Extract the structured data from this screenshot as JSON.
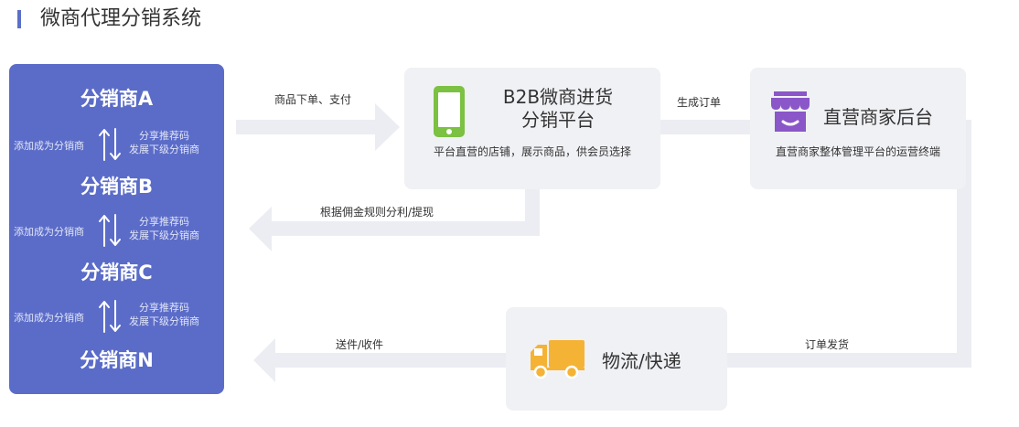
{
  "page": {
    "title": "微商代理分销系统"
  },
  "distributors": {
    "tiers": [
      "分销商A",
      "分销商B",
      "分销商C",
      "分销商N"
    ],
    "link_left": "添加成为分销商",
    "link_right_1": "分享推荐码",
    "link_right_2": "发展下级分销商"
  },
  "b2b": {
    "title_line1": "B2B微商进货",
    "title_line2": "分销平台",
    "desc": "平台直营的店铺，展示商品，供会员选择"
  },
  "merchant": {
    "title": "直营商家后台",
    "desc": "直营商家整体管理平台的运营终端"
  },
  "logistics": {
    "title": "物流/快递"
  },
  "flows": {
    "order": "商品下单、支付",
    "generate": "生成订单",
    "commission": "根据佣金规则分利/提现",
    "ship": "订单发货",
    "deliver": "送件/收件"
  },
  "colors": {
    "panel": "#5b6cc8",
    "accent_bar": "#5b6fc8",
    "arrow_track": "#ecedf3",
    "phone": "#7bc142",
    "shop": "#8a56c8",
    "truck": "#f5b335"
  },
  "icons": [
    "phone-icon",
    "shop-icon",
    "truck-icon",
    "up-down-arrows-icon"
  ]
}
